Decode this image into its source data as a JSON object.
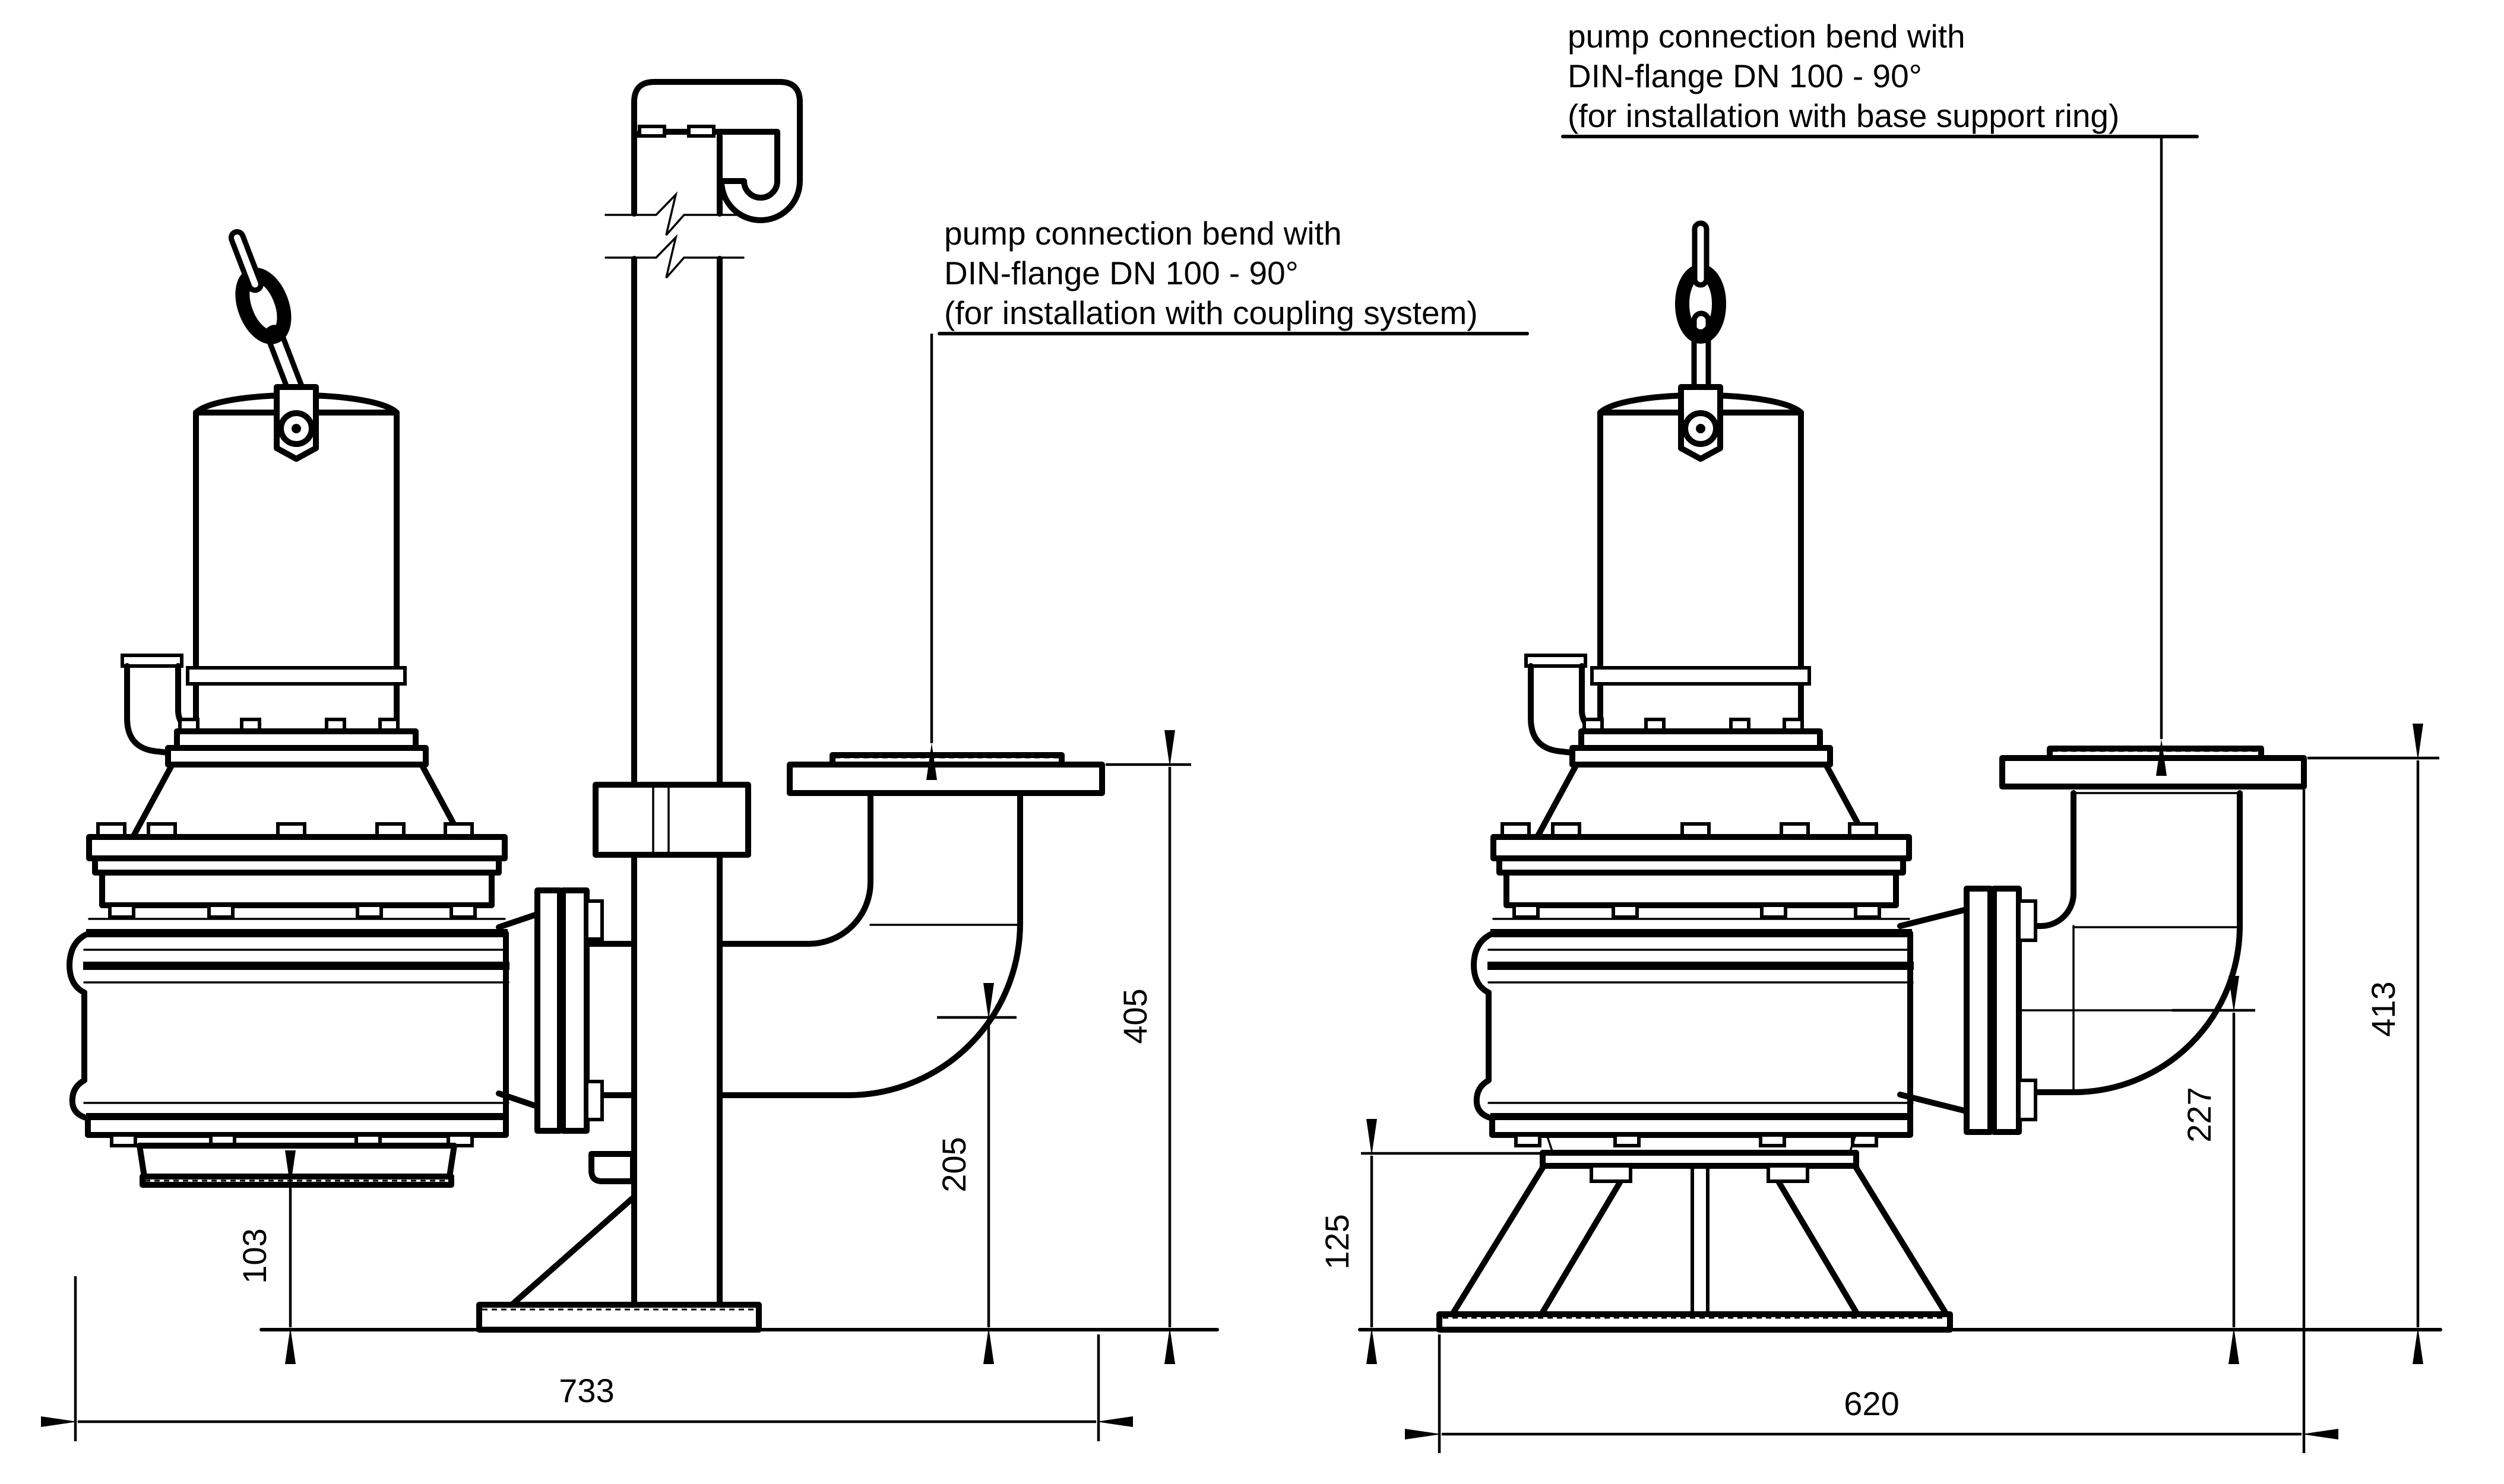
{
  "drawing": {
    "background_color": "#ffffff",
    "line_color": "#000000",
    "annotations": {
      "coupling": {
        "line1": "pump connection bend with",
        "line2": "DIN-flange DN 100 - 90°",
        "line3": "(for installation with coupling system)"
      },
      "base_ring": {
        "line1": "pump connection bend with",
        "line2": "DIN-flange DN 100 - 90°",
        "line3": "(for installation with base support ring)"
      }
    },
    "dimensions": {
      "left_view": {
        "overall_width": "733",
        "flange_top_height": "405",
        "discharge_centerline_height": "205",
        "bottom_clearance": "103"
      },
      "right_view": {
        "overall_width": "620",
        "flange_top_height": "413",
        "discharge_centerline_height": "227",
        "stand_height": "125"
      }
    }
  }
}
